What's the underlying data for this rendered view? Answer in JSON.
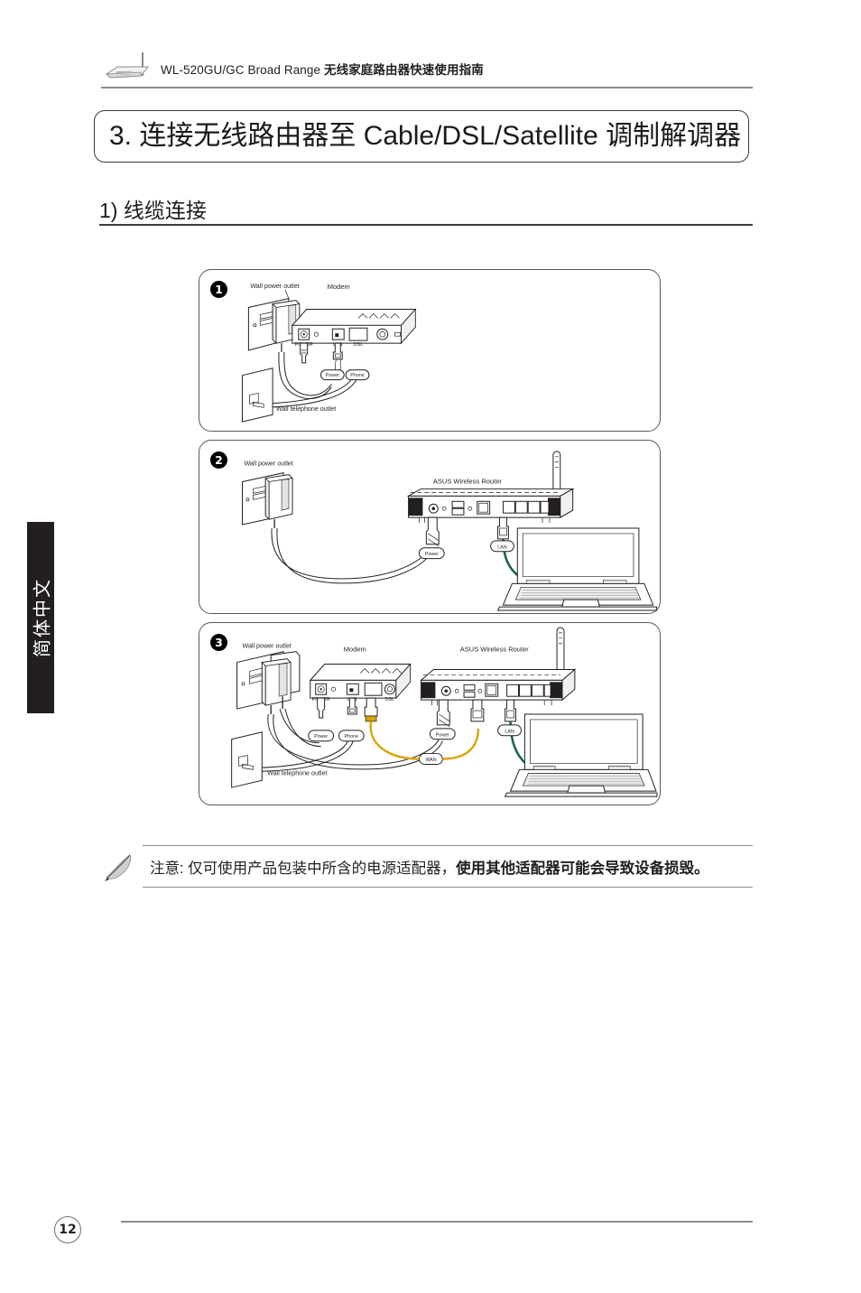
{
  "header": {
    "logo_icon": "wireless-router-icon",
    "model": "WL-520GU/GC Broad Range",
    "title_cn": "无线家庭路由器快速使用指南"
  },
  "section": {
    "banner_title": "3. 连接无线路由器至 Cable/DSL/Satellite 调制解调器",
    "subheading": "1) 线缆连接"
  },
  "panels": [
    {
      "badge": "1",
      "labels": {
        "wall_power_outlet": "Wall power outlet",
        "modem": "Modem",
        "wall_telephone_outlet": "Wall telephone outlet"
      },
      "cable_tags": [
        "Power",
        "Phone"
      ],
      "device_marks": [
        "ADSL"
      ]
    },
    {
      "badge": "2",
      "labels": {
        "wall_power_outlet": "Wall power outlet",
        "router": "ASUS Wireless Router"
      },
      "cable_tags": [
        "Power",
        "LAN"
      ],
      "device_marks": []
    },
    {
      "badge": "3",
      "labels": {
        "wall_power_outlet": "Wall power outlet",
        "modem": "Modem",
        "router": "ASUS Wireless Router",
        "wall_telephone_outlet": "Wall telephone outlet"
      },
      "cable_tags": [
        "Power",
        "Phone",
        "Power",
        "WAN",
        "LAN"
      ],
      "device_marks": [
        "ADSL"
      ]
    }
  ],
  "note": {
    "icon": "quill-pen-icon",
    "prefix": "注意: 仅可使用产品包装中所含的电源适配器，",
    "emphasis": "使用其他适配器可能会导致设备损毁。"
  },
  "side_tab": {
    "label": "简体中文"
  },
  "footer": {
    "page_number": "12"
  },
  "colors": {
    "ink": "#231f20",
    "rule": "#8d8d8d",
    "wan_cable": "#d9a400",
    "lan_cable": "#1a6640",
    "side_tab_bg": "#231f20"
  }
}
